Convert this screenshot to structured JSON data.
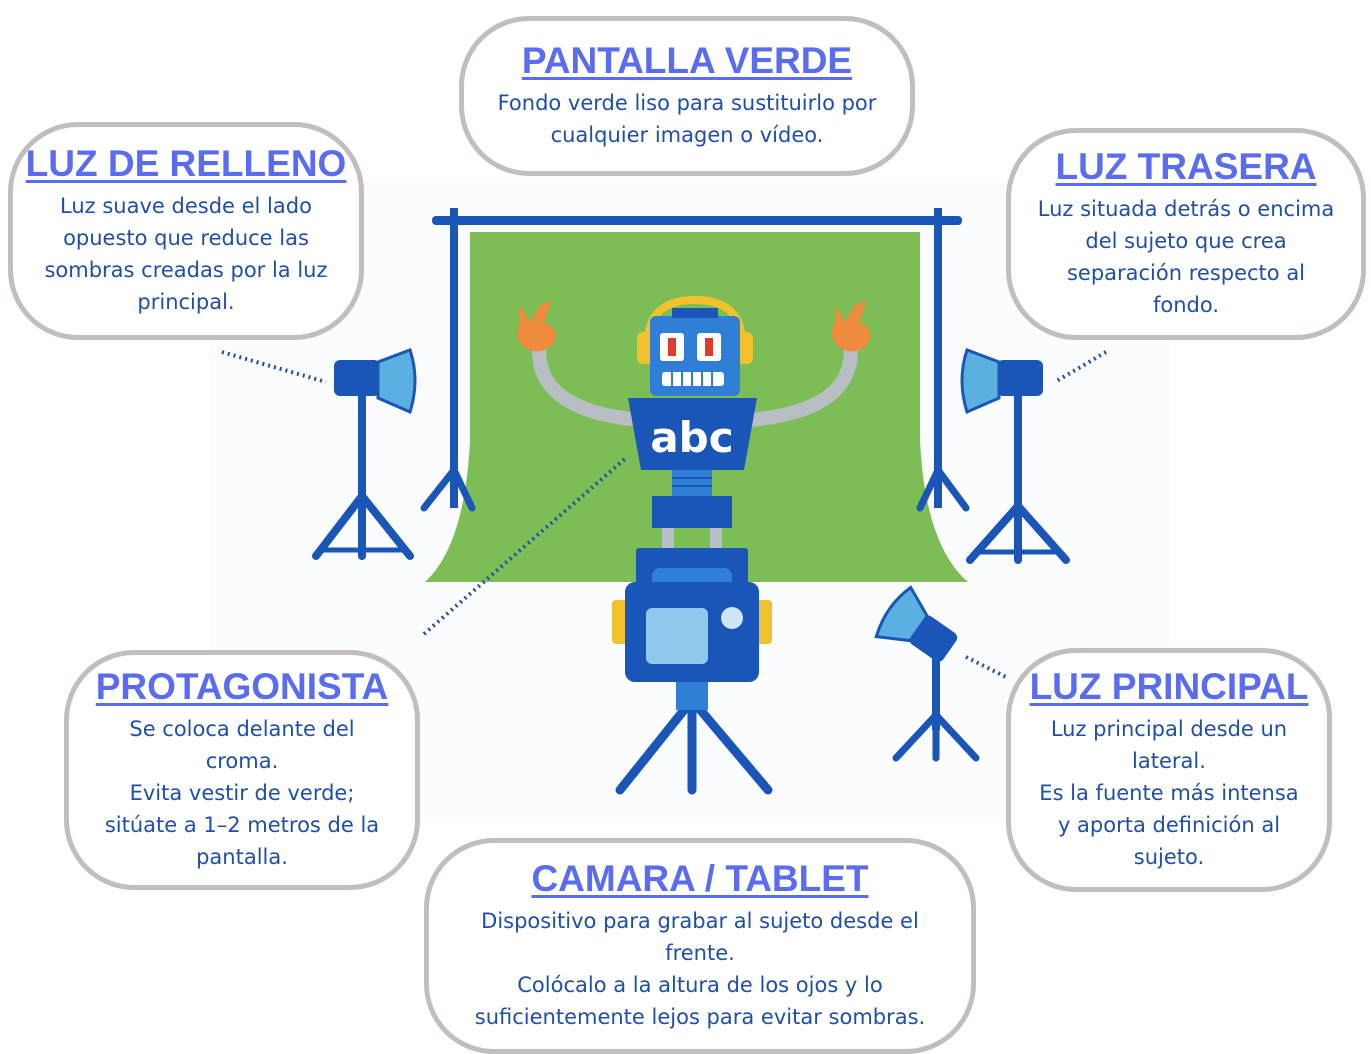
{
  "colors": {
    "title": "#5a6cf0",
    "text": "#1f4fa8",
    "border": "#c4bdbd",
    "green_screen": "#7cbd55",
    "equipment_blue": "#1a55b8",
    "robot_blue": "#2f7fd6",
    "accent_orange": "#f08a3c",
    "accent_yellow": "#f2c12e",
    "leader_line": "#1f4fa8"
  },
  "icons": [
    "green-screen-icon",
    "robot-protagonist-icon",
    "camera-on-tripod-icon",
    "fill-light-icon",
    "back-light-icon",
    "key-light-icon"
  ],
  "robot": {
    "chest_text": "abc"
  },
  "callouts": {
    "pantalla_verde": {
      "title": "PANTALLA VERDE",
      "text": "Fondo verde liso para sustituirlo por\ncualquier imagen o vídeo."
    },
    "luz_relleno": {
      "title": "LUZ DE RELLENO",
      "text": "Luz suave desde el lado\nopuesto que reduce las\nsombras creadas por la luz\nprincipal."
    },
    "luz_trasera": {
      "title": "LUZ TRASERA",
      "text": "Luz situada detrás o encima\ndel sujeto que crea\nseparación respecto al\nfondo."
    },
    "protagonista": {
      "title": "PROTAGONISTA",
      "text": "Se coloca delante del\ncroma.\nEvita vestir de verde;\nsitúate a 1–2 metros de la\npantalla."
    },
    "luz_principal": {
      "title": "LUZ PRINCIPAL",
      "text": "Luz principal desde un\nlateral.\nEs la fuente más intensa\ny aporta definición al\nsujeto."
    },
    "camara": {
      "title": "CAMARA / TABLET",
      "text": "Dispositivo para grabar al sujeto desde el\nfrente.\nColócalo a la altura de los ojos y lo\nsuficientemente lejos para evitar sombras."
    }
  }
}
